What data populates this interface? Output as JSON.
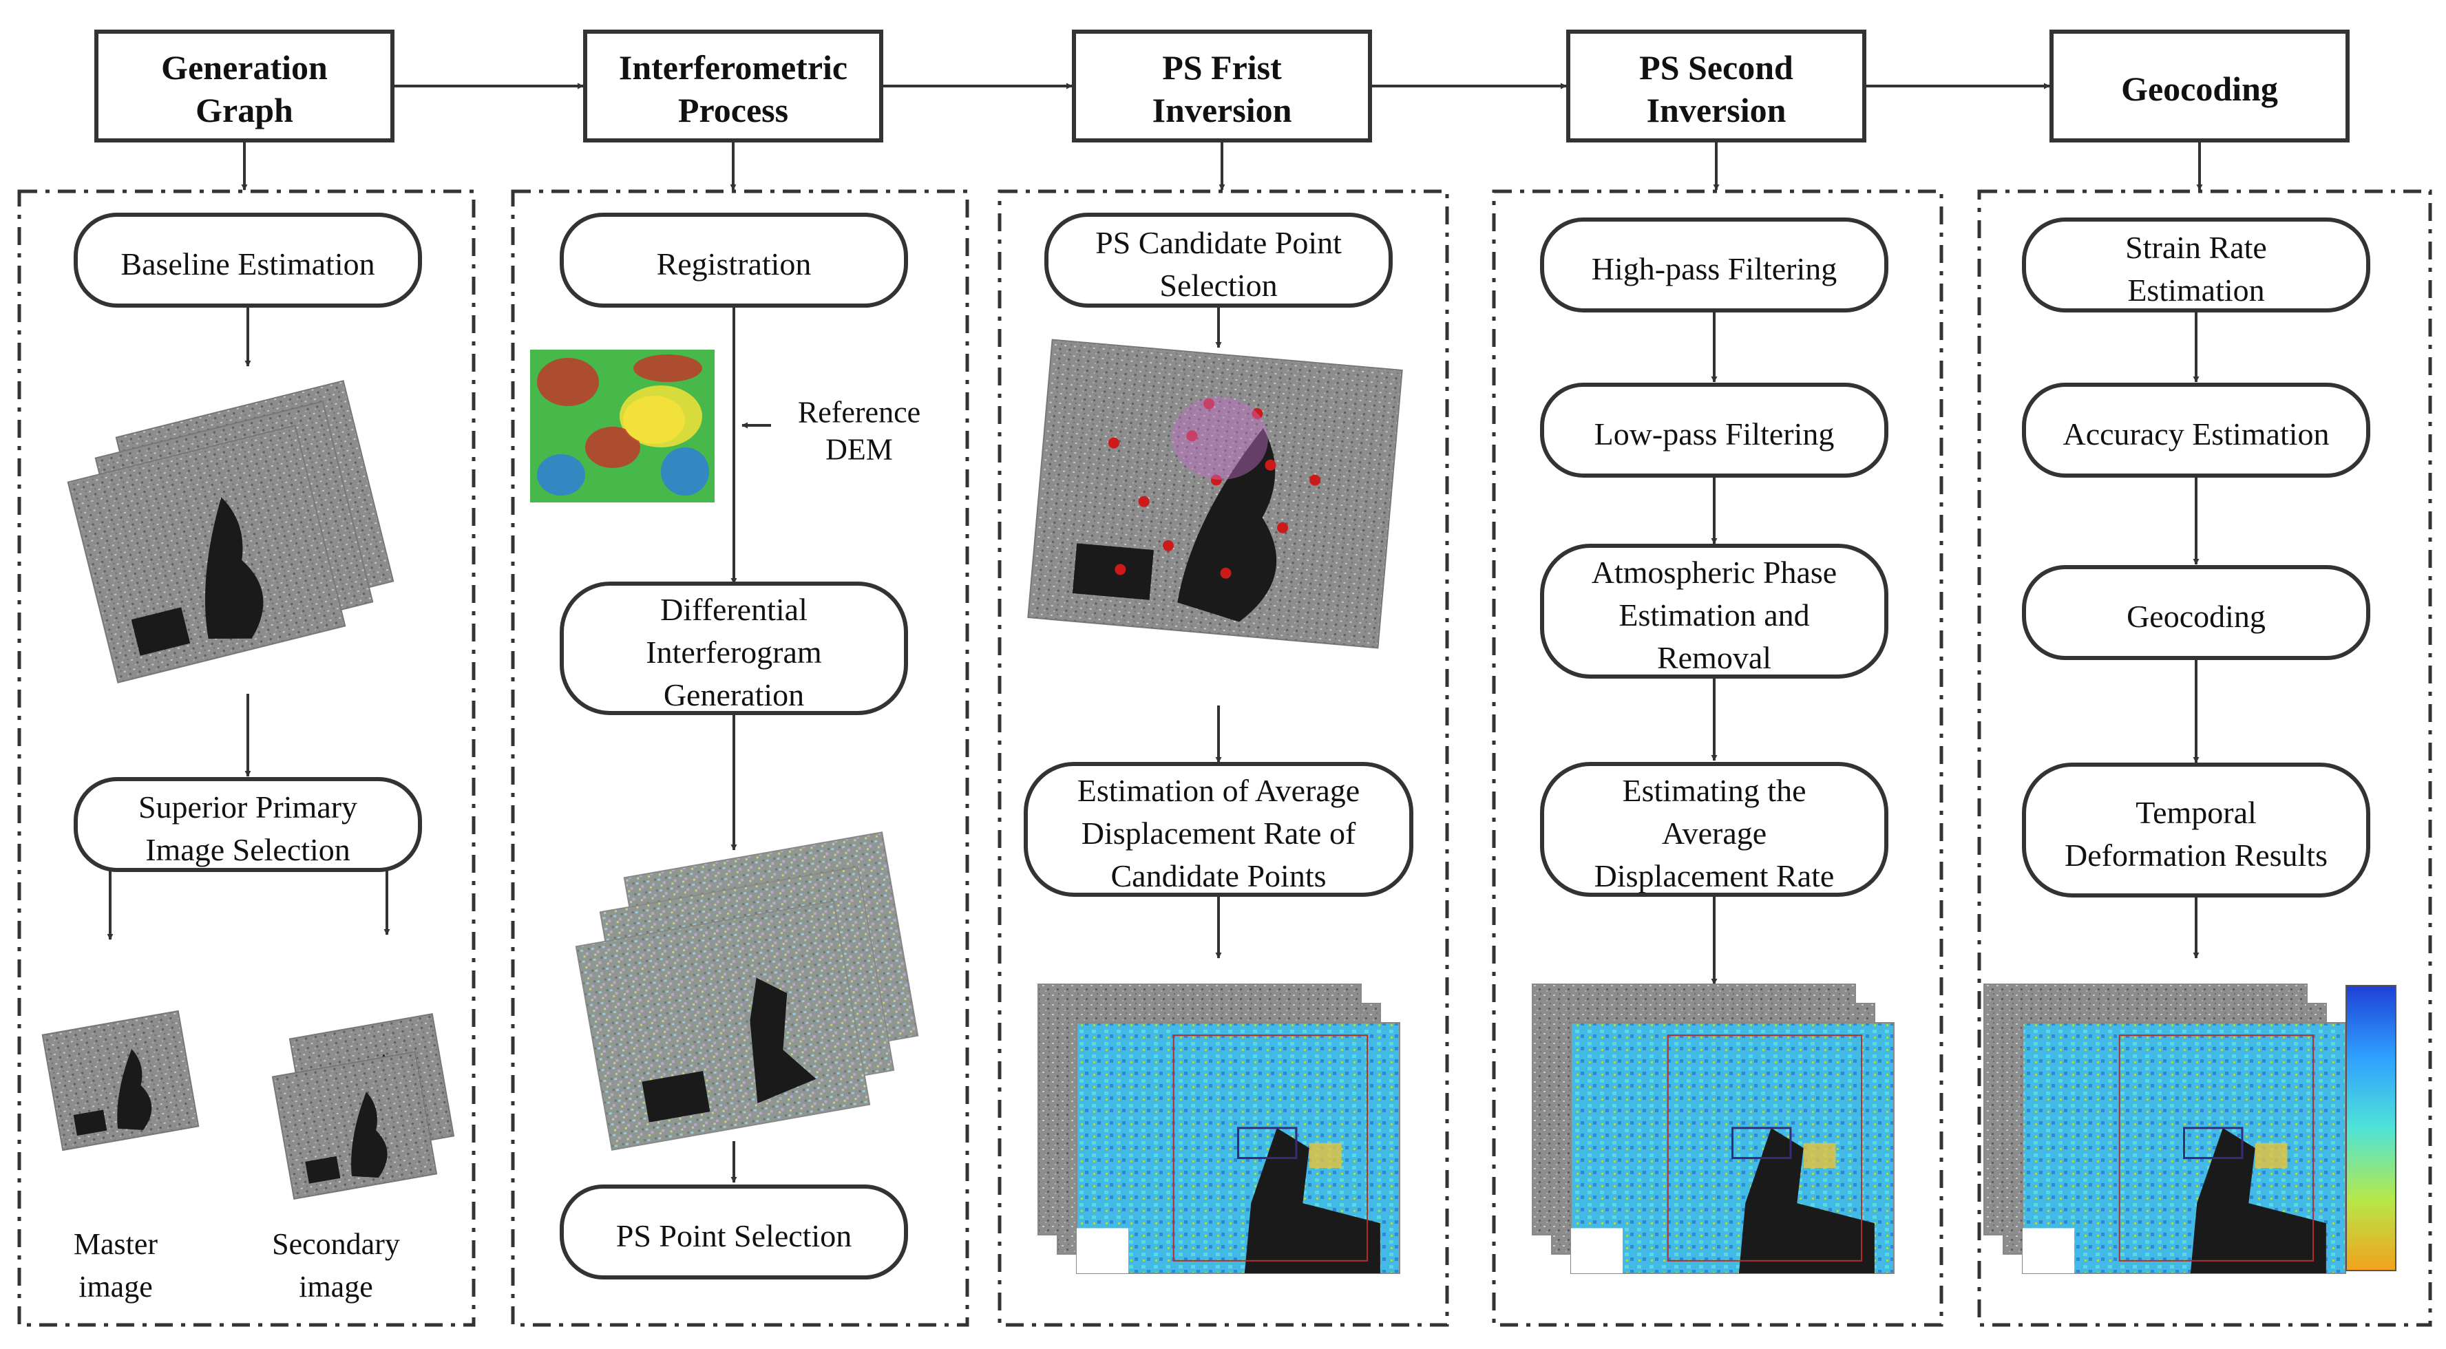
{
  "stages": [
    {
      "header": [
        "Generation",
        "Graph"
      ],
      "steps": [
        [
          "Baseline Estimation"
        ],
        [
          "Superior Primary",
          "Image Selection"
        ]
      ],
      "labels": [
        [
          "Master",
          "image"
        ],
        [
          "Secondary",
          "image"
        ]
      ]
    },
    {
      "header": [
        "Interferometric",
        "Process"
      ],
      "steps": [
        [
          "Registration"
        ],
        [
          "Differential",
          "Interferogram",
          "Generation"
        ],
        [
          "PS Point Selection"
        ]
      ],
      "labels": [
        [
          "Reference",
          "DEM"
        ]
      ]
    },
    {
      "header": [
        "PS Frist",
        "Inversion"
      ],
      "steps": [
        [
          "PS Candidate Point",
          "Selection"
        ],
        [
          "Estimation of Average",
          "Displacement Rate of",
          "Candidate Points"
        ]
      ]
    },
    {
      "header": [
        "PS Second",
        "Inversion"
      ],
      "steps": [
        [
          "High-pass Filtering"
        ],
        [
          "Low-pass Filtering"
        ],
        [
          "Atmospheric Phase",
          "Estimation and",
          "Removal"
        ],
        [
          "Estimating the",
          "Average",
          "Displacement Rate"
        ]
      ]
    },
    {
      "header": [
        "Geocoding"
      ],
      "steps": [
        [
          "Strain Rate",
          "Estimation"
        ],
        [
          "Accuracy Estimation"
        ],
        [
          "Geocoding"
        ],
        [
          "Temporal",
          "Deformation Results"
        ]
      ]
    }
  ],
  "colors": {
    "line": "#333333",
    "sar_gray": "#8a8a8a",
    "water": "#1a1a1a",
    "deformation_blue": "#3a9ad9",
    "deformation_cyan": "#4fd2e6",
    "deformation_yellow": "#e8c43a",
    "dem_red": "#c0392b",
    "dem_yellow": "#f1e13a",
    "dem_green": "#46b94a",
    "dem_blue": "#2f7fd6"
  },
  "icons": {
    "sar_image": "sar-amplitude-image",
    "dem_image": "reference-dem-image",
    "interferogram_image": "interferogram-image",
    "deformation_map": "deformation-map-image",
    "colorbar": "velocity-colorbar"
  }
}
